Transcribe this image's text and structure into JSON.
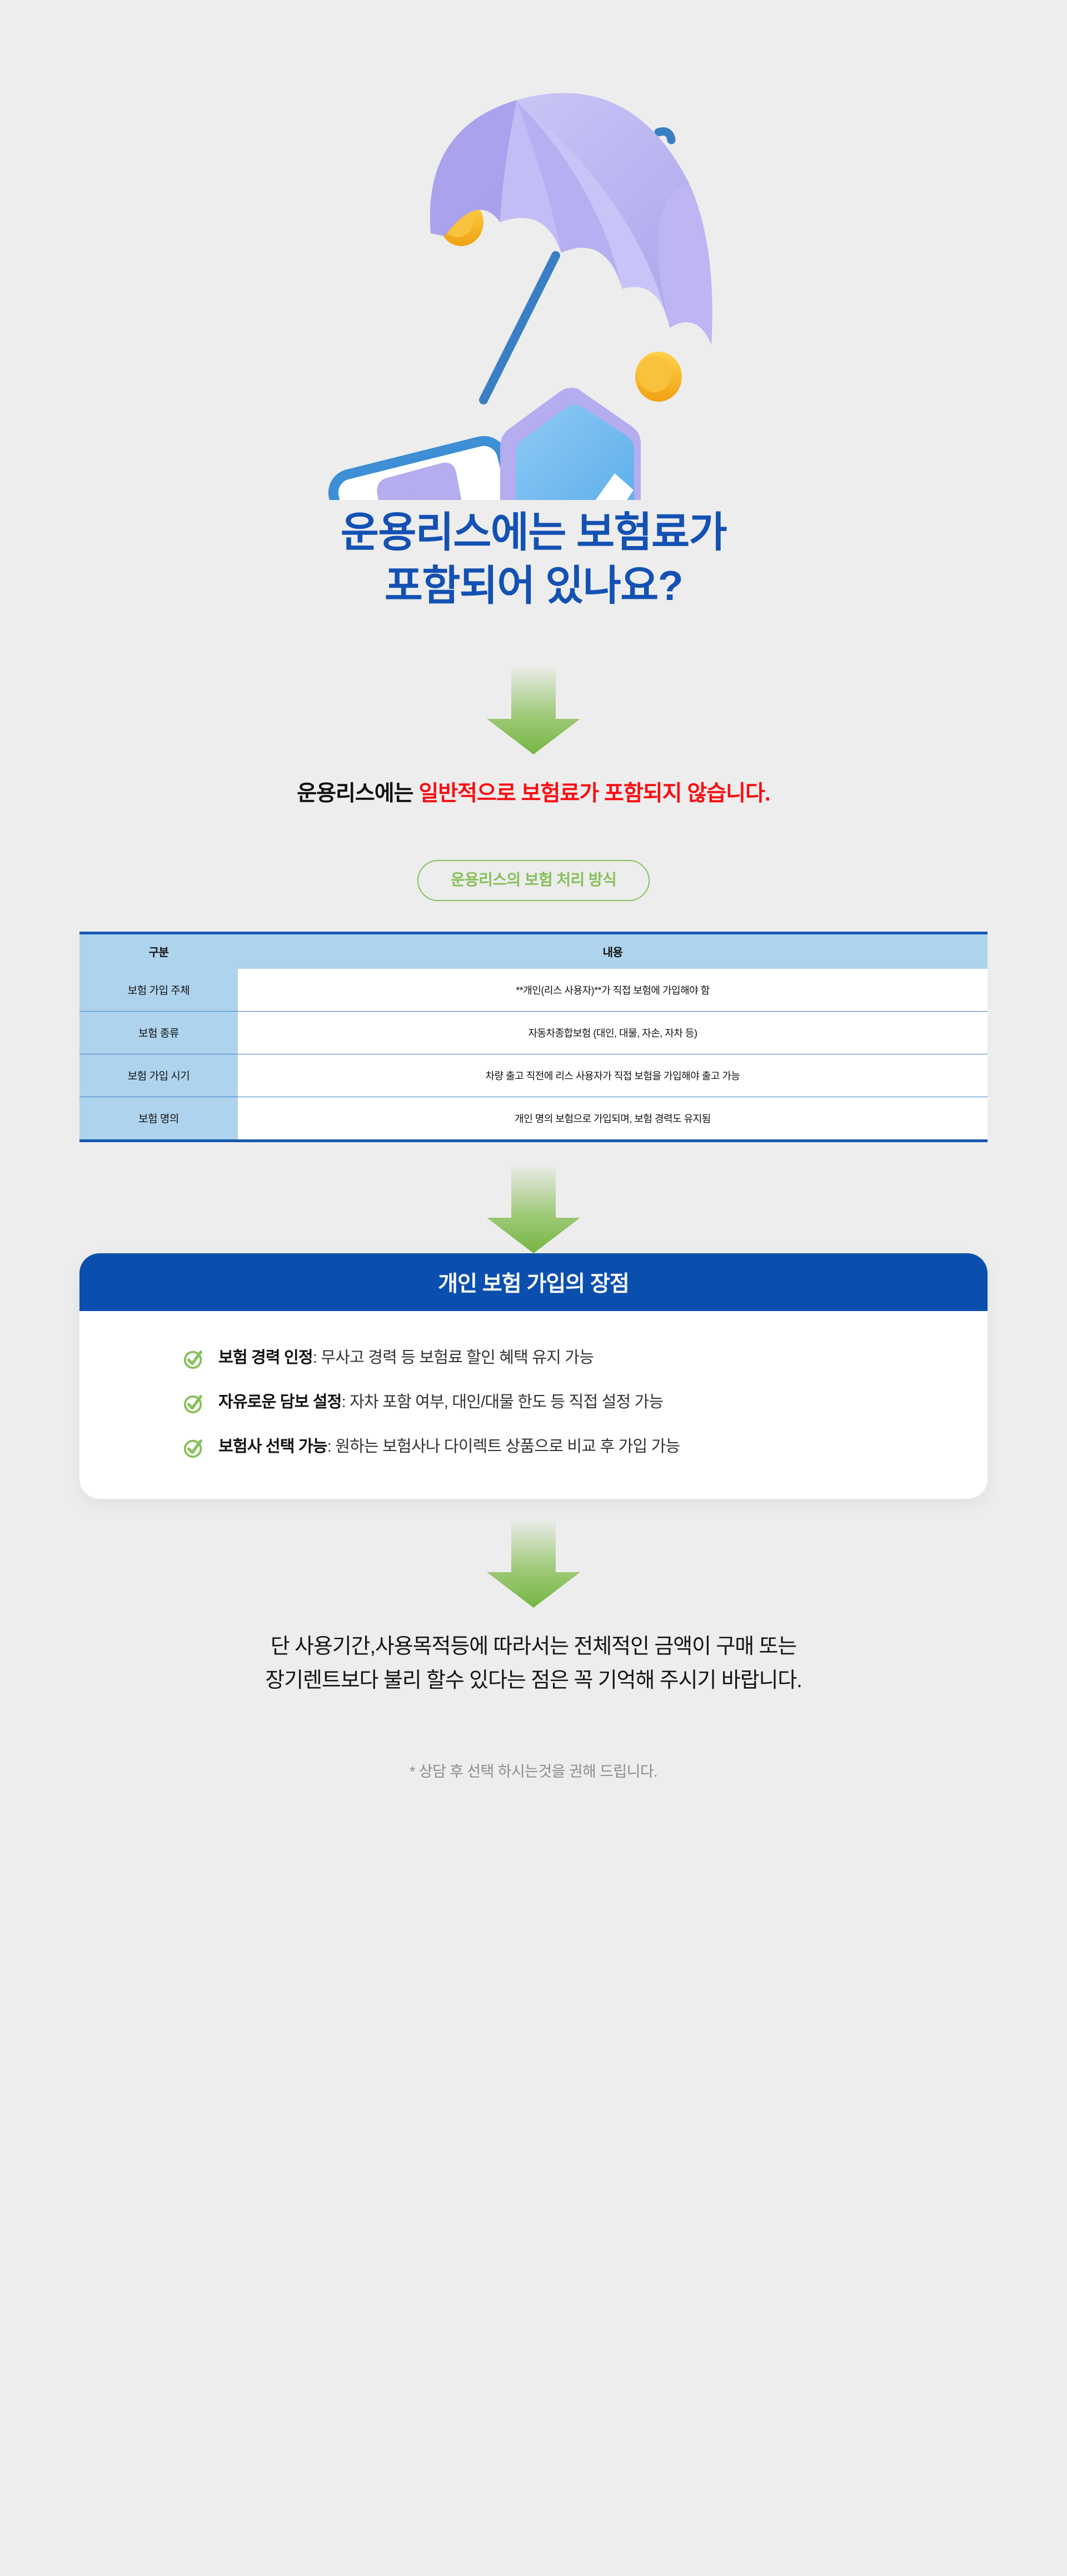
{
  "background_color": "#ededed",
  "hero": {
    "illustration_name": "umbrella-clipboard-shield-illustration",
    "colors": {
      "umbrella": "#b9b3ef",
      "umbrella_shadow": "#8b85dd",
      "clipboard_border": "#4b9ade",
      "clipboard_paper": "#ffffff",
      "shield": "#6bb7ef",
      "check": "#ffffff",
      "coin": "#f6b321"
    }
  },
  "headline": {
    "text": "운용리스에는 보험료가\n포함되어 있나요?",
    "color": "#1351b3"
  },
  "lead": {
    "plain": "운용리스에는 ",
    "accent": "일반적으로 보험료가 포함되지 않습니다.",
    "plain_color": "#111111",
    "accent_color": "#fb0c11"
  },
  "pill": {
    "label": "운용리스의 보험 처리 방식",
    "color": "#86c05a"
  },
  "arrows": {
    "icon": "arrow-down-icon",
    "color_top": "#ededed",
    "color_bottom": "#78b844"
  },
  "table": {
    "header": [
      "구분",
      "내용"
    ],
    "header_bg": "#aed3ec",
    "border_color": "#1558b0",
    "rows": [
      {
        "label": "보험 가입 주체",
        "value": "**개인(리스 사용자)**가 직접 보험에 가입해야 함"
      },
      {
        "label": "보험 종류",
        "value": "자동차종합보험 (대인, 대물, 자손, 자차 등)"
      },
      {
        "label": "보험 가입 시기",
        "value": "차량 출고 직전에 리스 사용자가 직접 보험을 가입해야 출고 가능"
      },
      {
        "label": "보험 명의",
        "value": "개인 명의 보험으로 가입되며, 보험 경력도 유지됨"
      }
    ]
  },
  "benefit_card": {
    "title": "개인 보험 가입의 장점",
    "header_bg": "#0b4fae",
    "header_text_color": "#ffffff",
    "check_icon": "check-circle-icon",
    "check_color": "#86c05a",
    "items": [
      {
        "title": "보험 경력 인정",
        "desc": ": 무사고 경력 등 보험료 할인 혜택 유지 가능"
      },
      {
        "title": "자유로운 담보 설정",
        "desc": ": 자차 포함 여부, 대인/대물 한도 등 직접 설정 가능"
      },
      {
        "title": "보험사 선택 가능",
        "desc": ": 원하는 보험사나 다이렉트 상품으로 비교 후 가입 가능"
      }
    ]
  },
  "outro": {
    "text": "단 사용기간,사용목적등에  따라서는 전체적인 금액이 구매 또는\n장기렌트보다 불리 할수 있다는 점은 꼭 기억해 주시기 바랍니다."
  },
  "note": {
    "text": "* 상담 후 선택 하시는것을 권해 드립니다.",
    "color": "#8d8d8d"
  }
}
